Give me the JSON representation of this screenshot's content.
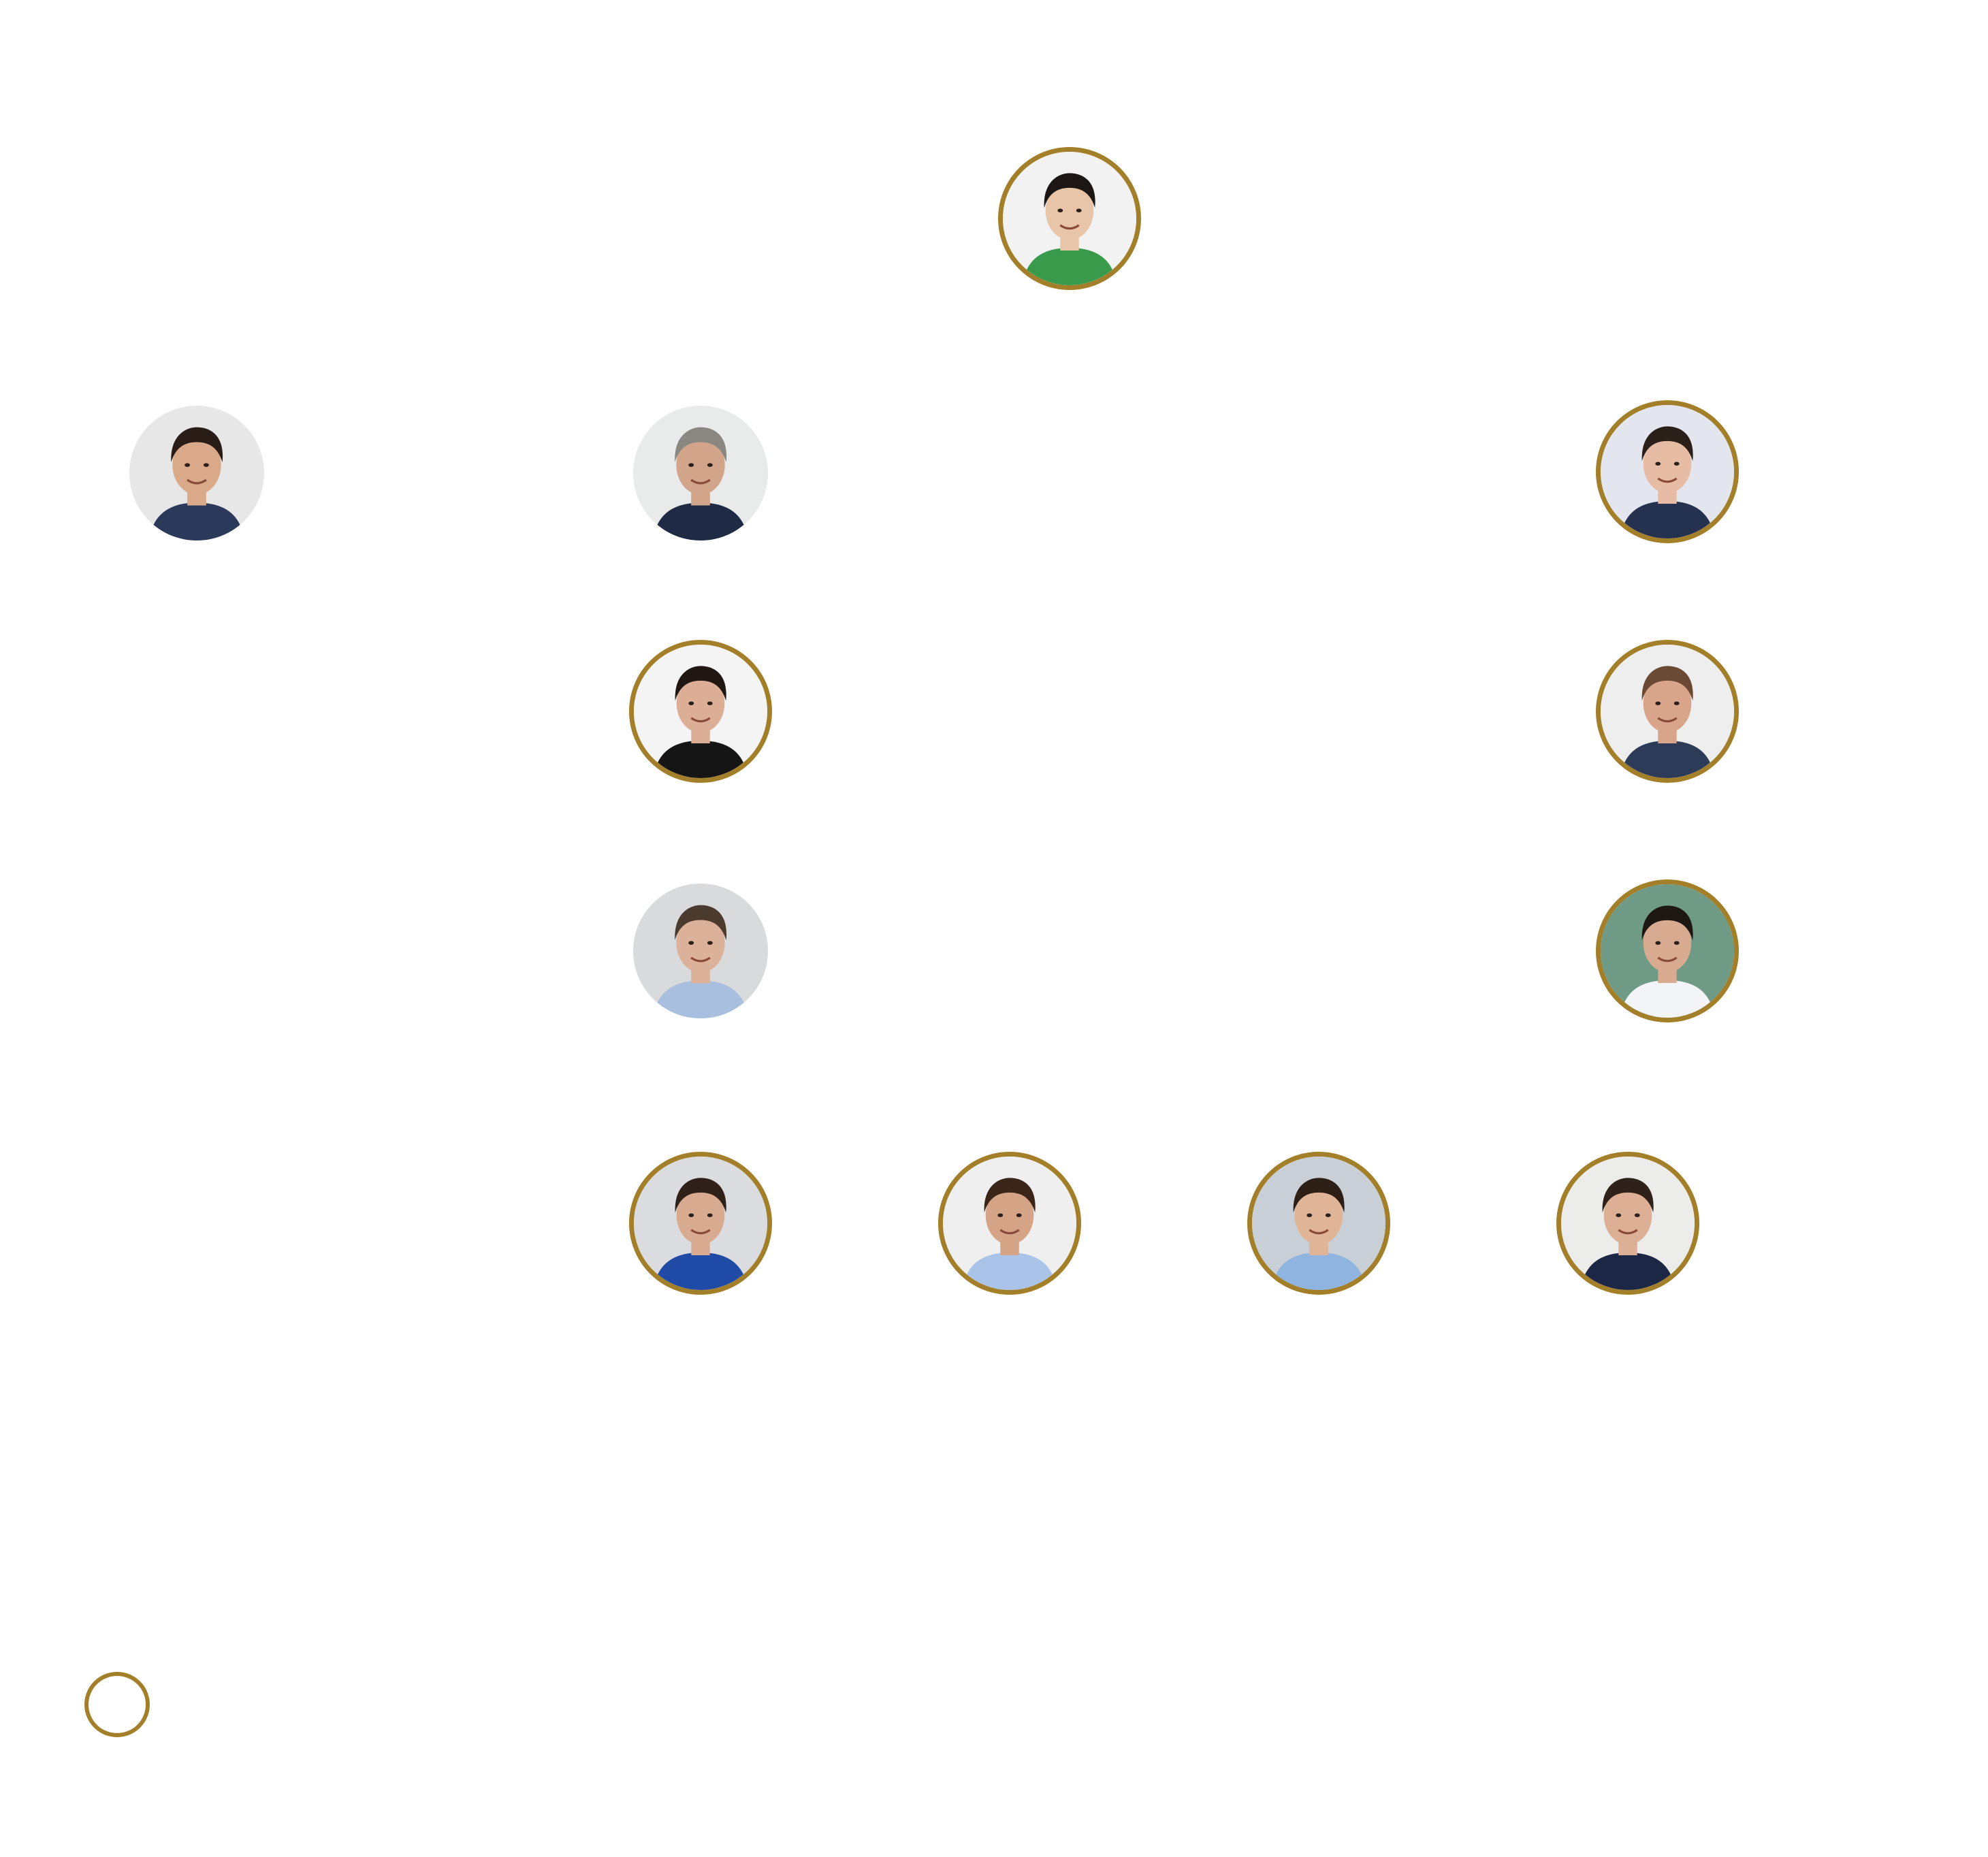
{
  "colors": {
    "background": "#ffffff",
    "ring": "#a47f2a"
  },
  "nodes": [
    {
      "id": "top-center",
      "ringed": true,
      "icon": "person-photo",
      "skin": "#e8c4a8",
      "hair": "#1c1714",
      "shirt": "#3a9a4c",
      "bg": "#f2f2f2"
    },
    {
      "id": "row1-far-left",
      "ringed": false,
      "icon": "person-photo",
      "skin": "#d9a98a",
      "hair": "#2a1d17",
      "shirt": "#2b3a5a",
      "bg": "#e7e7e7"
    },
    {
      "id": "row1-left",
      "ringed": false,
      "icon": "person-photo",
      "skin": "#d2a48a",
      "hair": "#8a8682",
      "shirt": "#1f2b45",
      "bg": "#e9eaea"
    },
    {
      "id": "row1-right",
      "ringed": true,
      "icon": "person-photo",
      "skin": "#e6bca4",
      "hair": "#2b1f1a",
      "shirt": "#24314f",
      "bg": "#e4e6ef"
    },
    {
      "id": "row2-left",
      "ringed": true,
      "icon": "person-photo",
      "skin": "#dcae96",
      "hair": "#201713",
      "shirt": "#151515",
      "bg": "#f4f4f4"
    },
    {
      "id": "row2-right",
      "ringed": true,
      "icon": "person-photo",
      "skin": "#d9a58a",
      "hair": "#6a4a34",
      "shirt": "#2c3b58",
      "bg": "#eeeeee"
    },
    {
      "id": "row3-left",
      "ringed": false,
      "icon": "person-photo",
      "skin": "#dcb19a",
      "hair": "#4b3a2e",
      "shirt": "#a8bfe0",
      "bg": "#d8dadc"
    },
    {
      "id": "row3-right",
      "ringed": true,
      "icon": "person-photo",
      "skin": "#d8ab90",
      "hair": "#1d1814",
      "shirt": "#f2f4f7",
      "bg": "#6f9a86"
    },
    {
      "id": "row4-a",
      "ringed": true,
      "icon": "person-photo",
      "skin": "#d8aa90",
      "hair": "#2f2019",
      "shirt": "#1f4aa6",
      "bg": "#dadcdf"
    },
    {
      "id": "row4-b",
      "ringed": true,
      "icon": "person-photo",
      "skin": "#d5a386",
      "hair": "#3b2418",
      "shirt": "#a9c4e8",
      "bg": "#efefef"
    },
    {
      "id": "row4-c",
      "ringed": true,
      "icon": "person-photo",
      "skin": "#e0b497",
      "hair": "#2d1e16",
      "shirt": "#8fb4e0",
      "bg": "#c9cfd6"
    },
    {
      "id": "row4-d",
      "ringed": true,
      "icon": "person-photo",
      "skin": "#ddb096",
      "hair": "#2e221a",
      "shirt": "#1b2744",
      "bg": "#ececea"
    }
  ],
  "legend": {
    "icon": "ring-marker"
  }
}
